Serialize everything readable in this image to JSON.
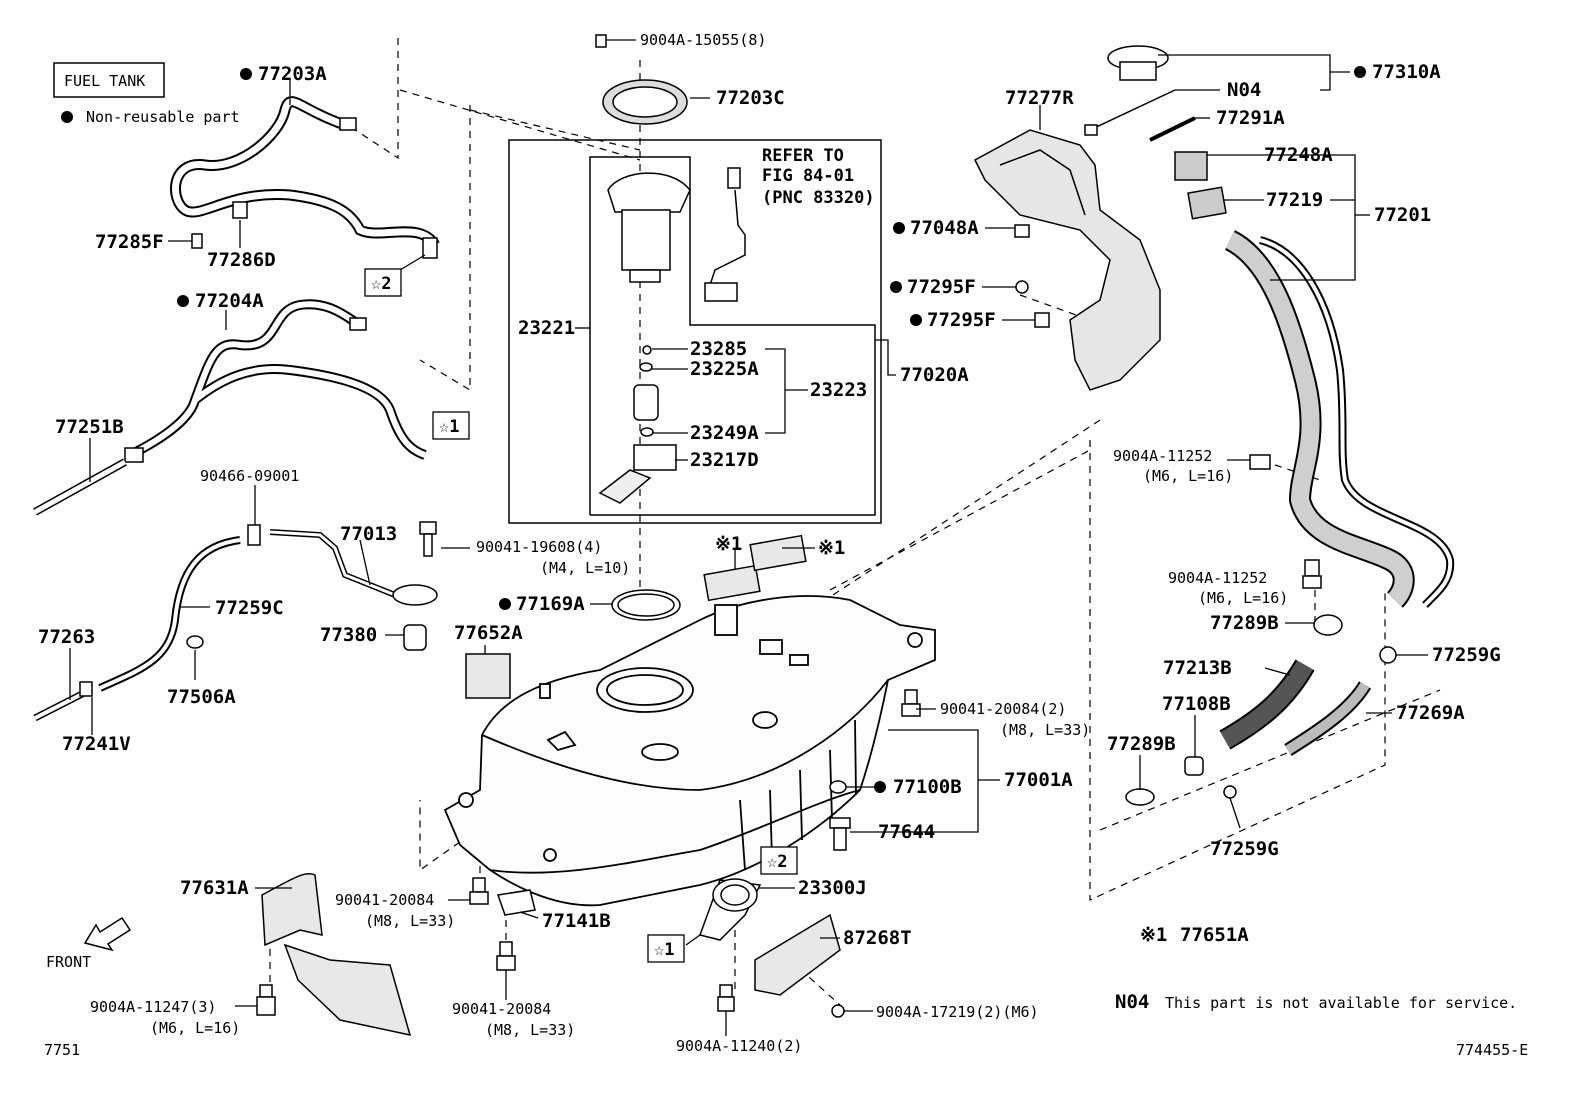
{
  "header": {
    "box_label": "FUEL TANK",
    "legend_text": "Non-reusable part"
  },
  "refer": {
    "line1": "REFER TO",
    "line2": "FIG 84-01",
    "line3": "(PNC 83320)"
  },
  "callouts": {
    "c77203A": "77203A",
    "c77285F": "77285F",
    "c77286D": "77286D",
    "c77204A": "77204A",
    "c77251B": "77251B",
    "c90466": "90466-09001",
    "c77013": "77013",
    "c90041_19608": "90041-19608(4)",
    "c90041_19608s": "(M4, L=10)",
    "c77259C": "77259C",
    "c77263": "77263",
    "c77380": "77380",
    "c77506A": "77506A",
    "c77241V": "77241V",
    "c9004A_15055": "9004A-15055(8)",
    "c77203C": "77203C",
    "c23221": "23221",
    "c23285": "23285",
    "c23225A": "23225A",
    "c23223": "23223",
    "c23249A": "23249A",
    "c23217D": "23217D",
    "c77020A": "77020A",
    "c77169A": "77169A",
    "c77652A": "77652A",
    "c_kome1a": "※1",
    "c_kome1b": "※1",
    "c77277R": "77277R",
    "c77048A": "77048A",
    "c77295Fa": "77295F",
    "c77295Fb": "77295F",
    "c77310A": "77310A",
    "cN04": "N04",
    "c77291A": "77291A",
    "c77248A": "77248A",
    "c77219": "77219",
    "c77201": "77201",
    "c9004A_11252a": "9004A-11252",
    "c9004A_11252as": "(M6, L=16)",
    "c9004A_11252b": "9004A-11252",
    "c9004A_11252bs": "(M6, L=16)",
    "c77289B": "77289B",
    "c77259Ga": "77259G",
    "c77213B": "77213B",
    "c77108B": "77108B",
    "c77269A": "77269A",
    "c77289B2": "77289B",
    "c77259Gb": "77259G",
    "c90041_20084_2": "90041-20084(2)",
    "c90041_20084_2s": "(M8, L=33)",
    "c77100B": "77100B",
    "c77001A": "77001A",
    "c77644": "77644",
    "c77631A": "77631A",
    "c90041_20084a": "90041-20084",
    "c90041_20084as": "(M8, L=33)",
    "c77141B": "77141B",
    "c90041_20084b": "90041-20084",
    "c90041_20084bs": "(M8, L=33)",
    "c23300J": "23300J",
    "c87268T": "87268T",
    "c9004A_17219": "9004A-17219(2)(M6)",
    "c9004A_11240": "9004A-11240(2)",
    "c9004A_11247": "9004A-11247(3)",
    "c9004A_11247s": "(M6, L=16)",
    "star1a": "☆1",
    "star1b": "☆1",
    "star2a": "☆2",
    "star2b": "☆2"
  },
  "front_label": "FRONT",
  "footnotes": {
    "kome_mark": "※1",
    "kome_part": "77651A",
    "n04_mark": "N04",
    "n04_text": "This part is not available for service."
  },
  "corner": {
    "bottom_left": "7751",
    "bottom_right": "774455-E"
  },
  "icons": {
    "dot": "filled-circle-icon",
    "arrow": "front-arrow-icon"
  }
}
